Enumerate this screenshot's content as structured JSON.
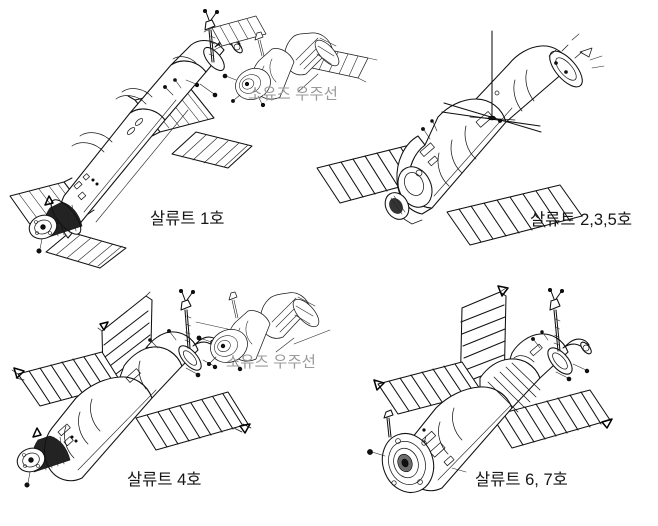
{
  "figure": {
    "kind": "technical-line-drawing",
    "subject": "Salyut space station variants with Soyuz spacecraft",
    "background_color": "#ffffff",
    "line_color": "#111111",
    "soyuz_label_color": "#9a9a9a",
    "panel_count": 4,
    "layout": "2x2 grid"
  },
  "panels": [
    {
      "id": "salyut-1",
      "position": "top-left",
      "caption": "살류트 1호",
      "solar_panels": 4,
      "docked_craft": "소유즈 우주선"
    },
    {
      "id": "salyut-235",
      "position": "top-right",
      "caption": "살류트 2,3,5호",
      "solar_panels": 2,
      "docked_craft": null
    },
    {
      "id": "salyut-4",
      "position": "bottom-left",
      "caption": "살류트 4호",
      "solar_panels": 3,
      "docked_craft": "소유즈 우주선"
    },
    {
      "id": "salyut-67",
      "position": "bottom-right",
      "caption": "살류트 6, 7호",
      "solar_panels": 3,
      "docked_craft": null
    }
  ],
  "captions": {
    "salyut_1": "살류트 1호",
    "salyut_235": "살류트 2,3,5호",
    "salyut_4": "살류트 4호",
    "salyut_67": "살류트 6, 7호",
    "soyuz_top_right": "소유즈 우주선",
    "soyuz_bottom_left": "소유즈 우주선"
  }
}
